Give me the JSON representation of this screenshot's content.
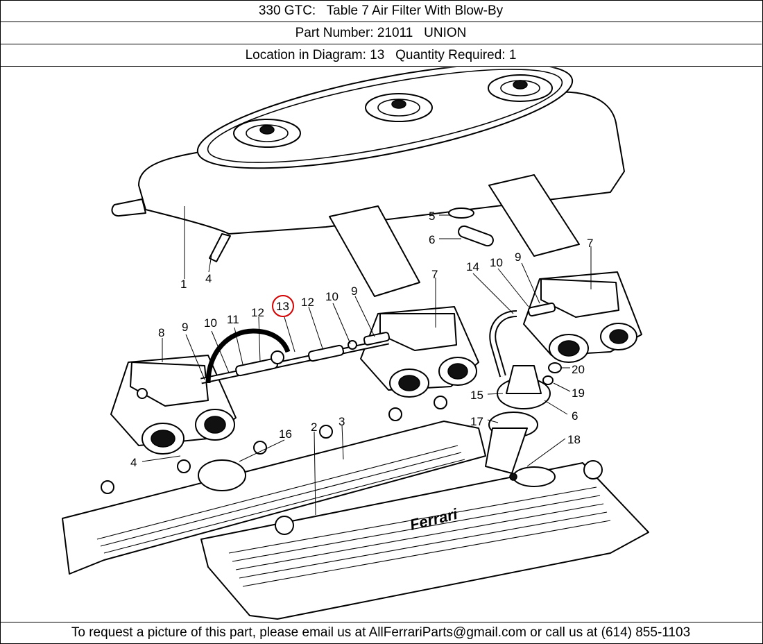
{
  "header": {
    "title_line": "330 GTC:   Table 7 Air Filter With Blow-By",
    "part_line": "Part Number: 21011   UNION",
    "location_line": "Location in Diagram: 13   Quantity Required: 1"
  },
  "diagram": {
    "logo_text": "Ferrari",
    "highlight_color": "#d40000",
    "highlighted_label": "13",
    "labels": {
      "l1": "1",
      "l2": "2",
      "l3": "3",
      "l4a": "4",
      "l4b": "4",
      "l5": "5",
      "l6a": "6",
      "l6b": "6",
      "l7a": "7",
      "l7b": "7",
      "l8": "8",
      "l9a": "9",
      "l9b": "9",
      "l9c": "9",
      "l10a": "10",
      "l10b": "10",
      "l10c": "10",
      "l11": "11",
      "l12a": "12",
      "l12b": "12",
      "l14": "14",
      "l15": "15",
      "l16": "16",
      "l17": "17",
      "l18": "18",
      "l19": "19",
      "l20": "20"
    }
  },
  "footer": {
    "contact_line": "To request a picture of this part, please email us at AllFerrariParts@gmail.com or call us at (614) 855-1103"
  }
}
